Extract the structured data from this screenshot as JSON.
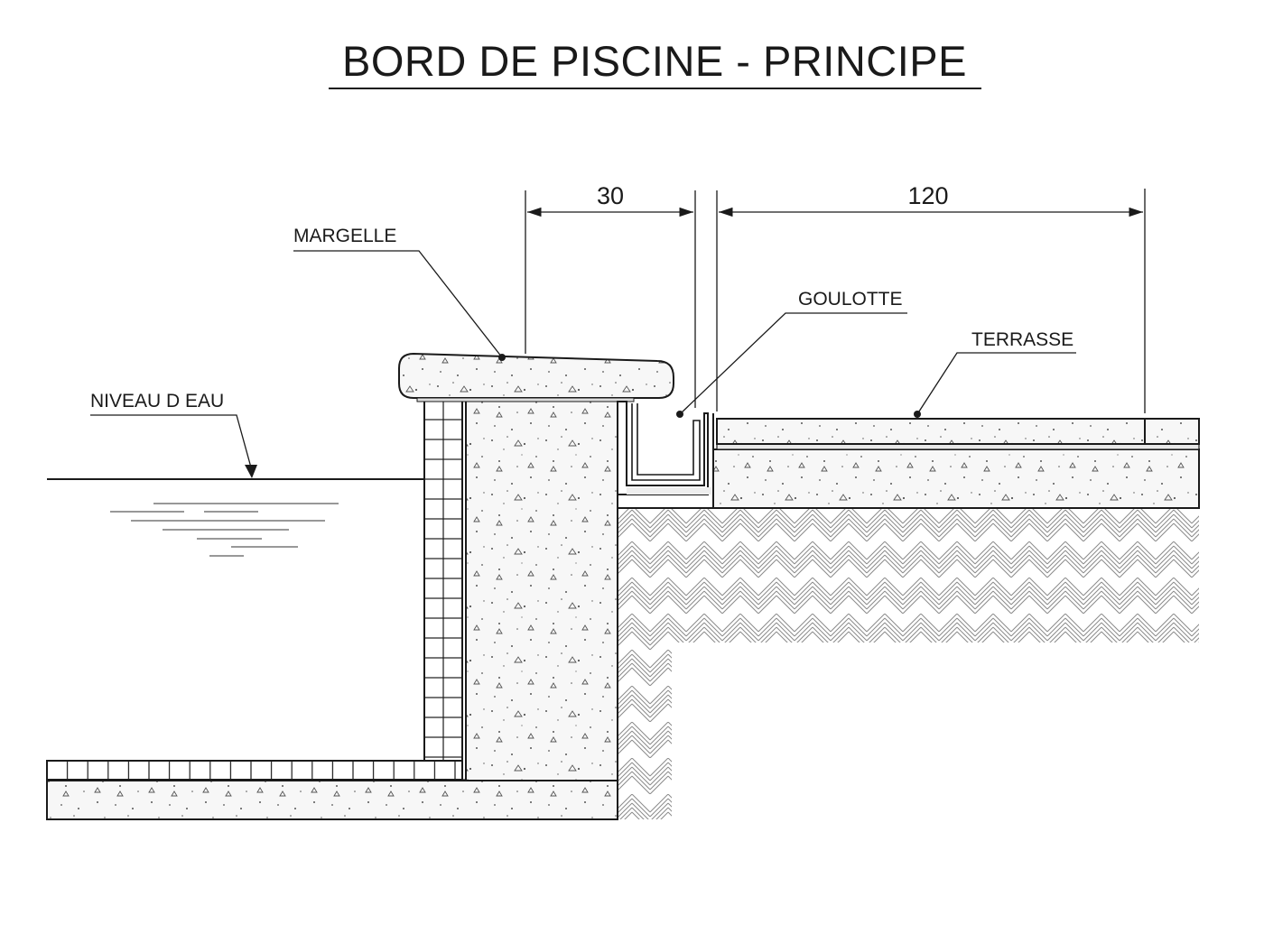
{
  "title": "BORD DE PISCINE - PRINCIPE",
  "dimensions": {
    "margelle_width": "30",
    "terrasse_width": "120"
  },
  "labels": {
    "margelle": "MARGELLE",
    "goulotte": "GOULOTTE",
    "terrasse": "TERRASSE",
    "niveau_eau": "NIVEAU D EAU"
  },
  "colors": {
    "line": "#1a1a1a",
    "concrete_fill": "#f6f6f6",
    "ground_hatch": "#8a8a8a"
  }
}
